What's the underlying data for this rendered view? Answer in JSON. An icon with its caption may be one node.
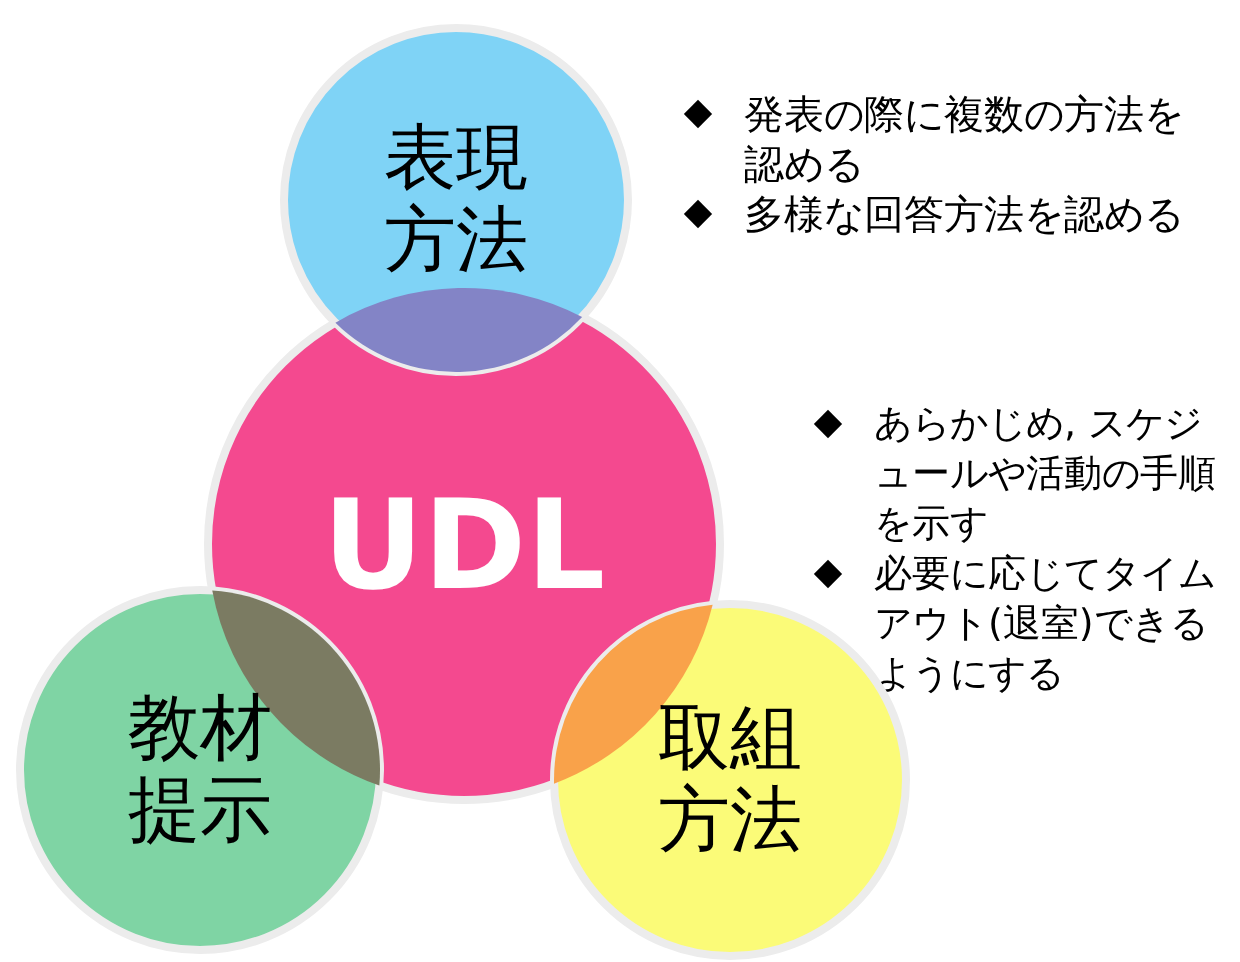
{
  "diagram": {
    "nodes": [
      {
        "text": [
          "UDL"
        ]
      },
      {
        "text": [
          "表現方法"
        ],
        "beside": [
          "発表の際に複数の方法を認める",
          "多様な回答方法を認める"
        ]
      },
      {
        "text": [
          "教材提示"
        ]
      },
      {
        "text": [
          "取組方法"
        ],
        "beside": [
          "あらかじめ, スケジュールや活動の手順を示す",
          "必要に応じてタイムアウト(退室)できるようにする"
        ]
      }
    ]
  }
}
